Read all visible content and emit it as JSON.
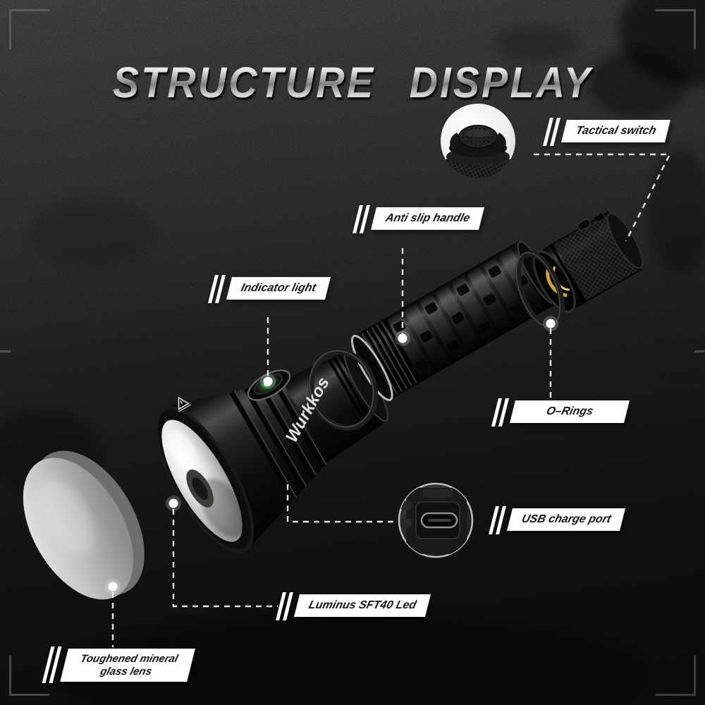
{
  "title": "STRUCTURE DISPLAY",
  "brand": "Wurkkos",
  "callouts": {
    "tactical_switch": "Tactical switch",
    "anti_slip_handle": "Anti slip handle",
    "indicator_light": "Indicator light",
    "o_rings": "O–Rings",
    "usb_charge_port": "USB charge port",
    "led": "Luminus SFT40 Led",
    "glass_lens": "Toughened mineral glass lens"
  },
  "colors": {
    "background_top": "#3d3d3d",
    "background_bottom": "#0b0b0b",
    "title_metal": "#d9d9d9",
    "label_background": "#ffffff",
    "label_text": "#131313",
    "dashed_line": "#e6e6e6",
    "indicator_green": "#35e05a",
    "spring_gold": "#d2a93f",
    "frame_bracket": "#5a5a5a"
  }
}
